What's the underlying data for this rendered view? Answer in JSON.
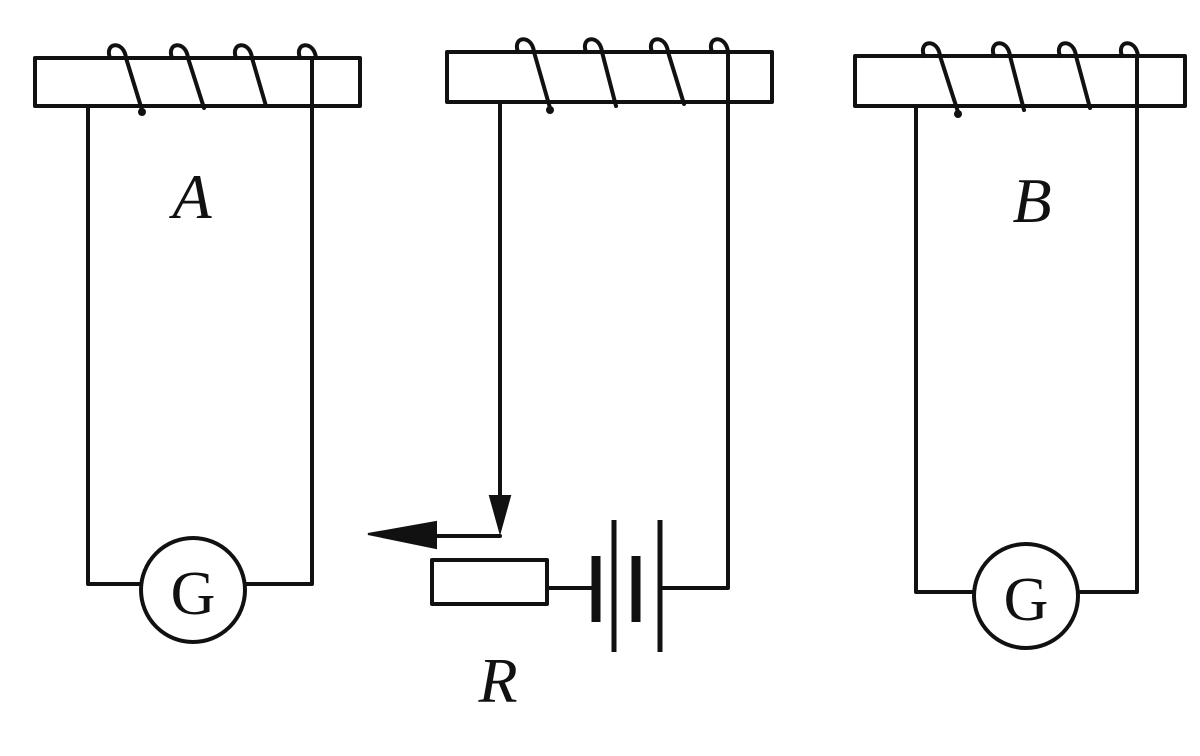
{
  "labels": {
    "coil_a": "A",
    "coil_b": "B",
    "rheostat": "R",
    "galvanometer": "G"
  }
}
